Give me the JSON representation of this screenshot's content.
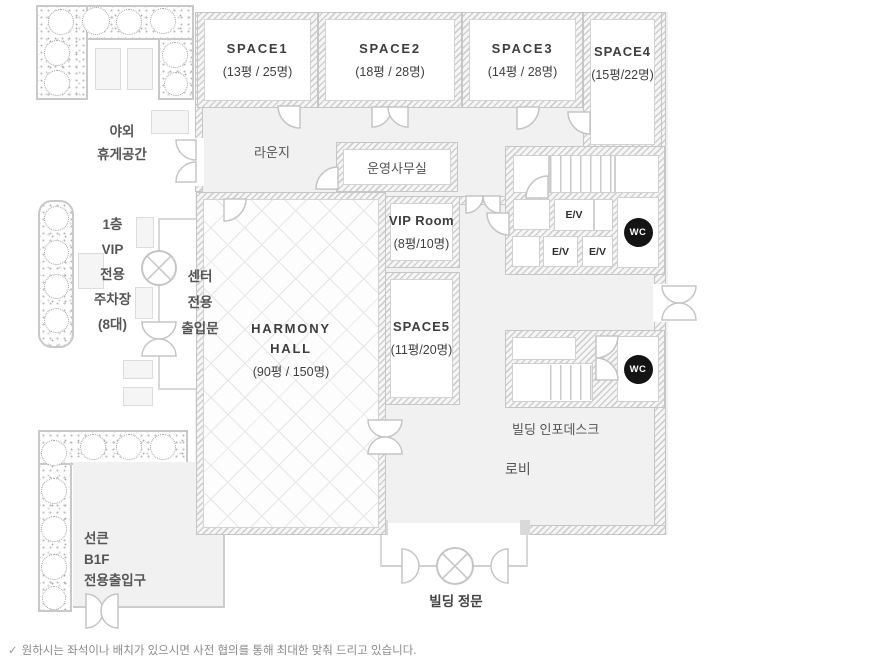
{
  "rooms": {
    "space1": {
      "name": "SPACE1",
      "cap": "(13평 / 25명)"
    },
    "space2": {
      "name": "SPACE2",
      "cap": "(18평 / 28명)"
    },
    "space3": {
      "name": "SPACE3",
      "cap": "(14평 / 28명)"
    },
    "space4": {
      "name": "SPACE4",
      "cap": "(15평/22명)"
    },
    "space5": {
      "name": "SPACE5",
      "cap": "(11평/20명)"
    },
    "vip": {
      "name": "VIP Room",
      "cap": "(8평/10명)"
    },
    "hall": {
      "name1": "HARMONY",
      "name2": "HALL",
      "cap": "(90평 / 150명)"
    },
    "lounge": "라운지",
    "office": "운영사무실",
    "lobby": "로비",
    "infodesk": "빌딩 인포데스크"
  },
  "outdoor": {
    "rest": [
      "야외",
      "휴게공간"
    ],
    "parking": [
      "1층",
      "VIP",
      "전용",
      "주차장",
      "(8대)"
    ],
    "center_entrance": [
      "센터",
      "전용",
      "출입문"
    ],
    "sunken": [
      "선큰",
      "B1F",
      "전용출입구"
    ],
    "gate": "빌딩 정문"
  },
  "symbols": {
    "elevator": "E/V",
    "wc": "WC"
  },
  "footer": {
    "check": "✓",
    "note": "원하시는 좌석이나 배치가 있으시면 사전 협의를 통해 최대한 맞춰 드리고 있습니다."
  },
  "colors": {
    "floor": "#f1f1f1",
    "wall_stripe": "#cfcfcf",
    "door_line": "#c5c5c5",
    "wc_bg": "#141414",
    "text_dark": "#3e3e3e",
    "text_mid": "#555555",
    "footer_text": "#8a8a8a"
  }
}
